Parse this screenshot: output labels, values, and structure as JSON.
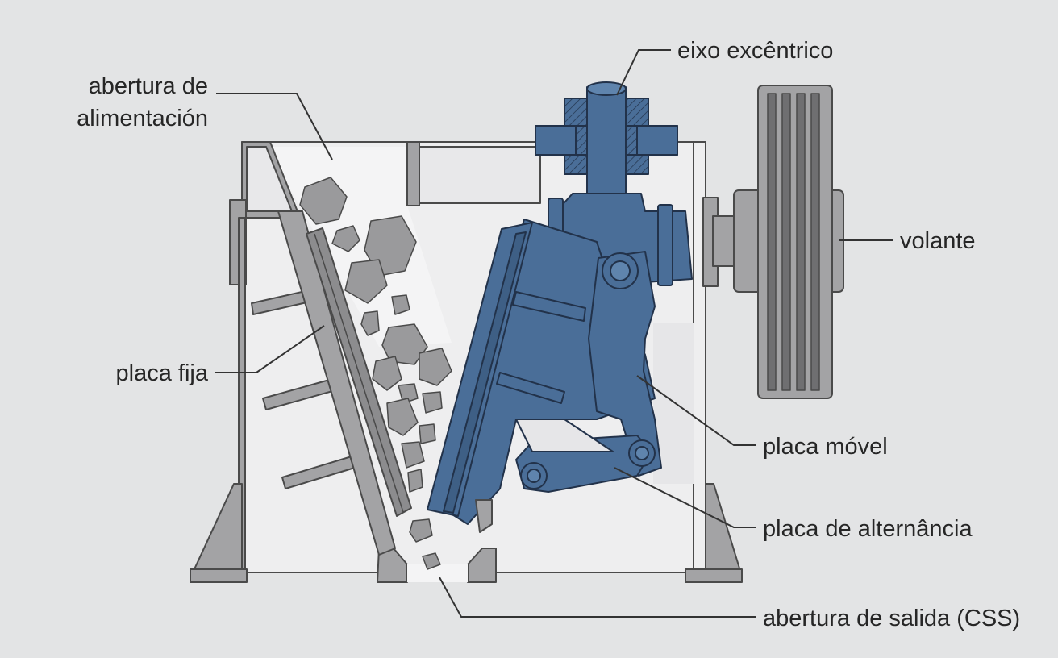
{
  "labels": {
    "feed_opening_line1": "abertura de",
    "feed_opening_line2": "alimentación",
    "eccentric_shaft": "eixo excêntrico",
    "flywheel": "volante",
    "fixed_plate": "placa fija",
    "moving_plate": "placa móvel",
    "toggle_plate": "placa de alternância",
    "discharge_opening": "abertura de salida (CSS)"
  },
  "colors": {
    "background": "#e3e4e5",
    "frame_fill": "#eeeeef",
    "frame_stroke": "#4a4a4a",
    "steel_gray": "#a3a3a5",
    "moving_assembly_blue": "#4a6e98",
    "rock_gray": "#9a9a9c"
  }
}
